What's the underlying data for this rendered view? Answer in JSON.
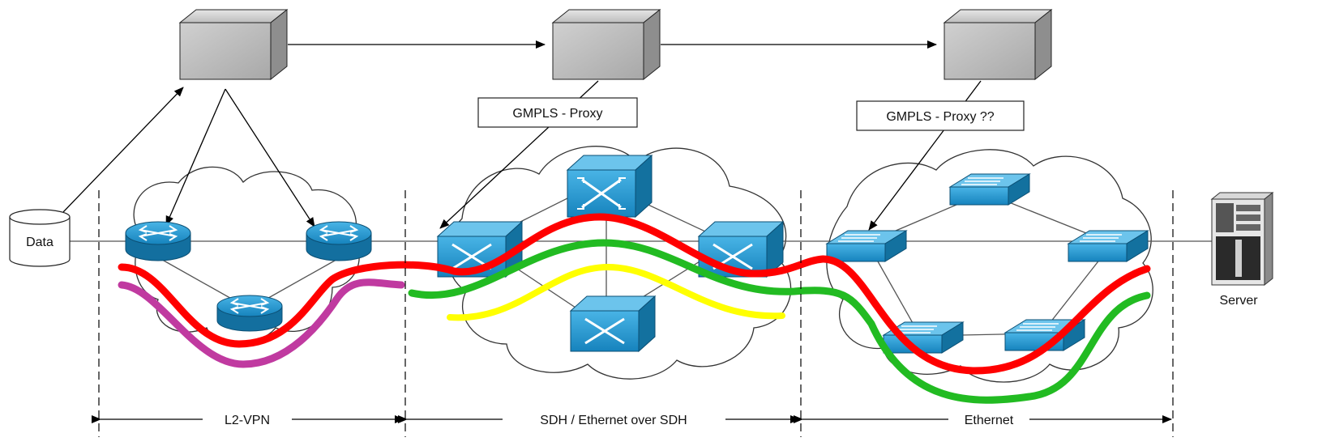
{
  "labels": {
    "data_store": "Data",
    "server": "Server",
    "proxy_1": "GMPLS - Proxy",
    "proxy_2": "GMPLS - Proxy ??"
  },
  "segments": {
    "l2vpn": "L2-VPN",
    "sdh": "SDH / Ethernet over SDH",
    "ethernet": "Ethernet"
  },
  "colors": {
    "path_red": "#ff0000",
    "path_magenta": "#c03aa0",
    "path_green": "#22bb22",
    "path_yellow": "#ffff00",
    "device_blue": "#1d9ad6",
    "controller_gray": "#c8c8c8"
  },
  "icons": [
    "database-icon",
    "controller-icon",
    "router-icon",
    "optical-switch-icon",
    "ethernet-switch-icon",
    "server-icon",
    "cloud-icon"
  ]
}
